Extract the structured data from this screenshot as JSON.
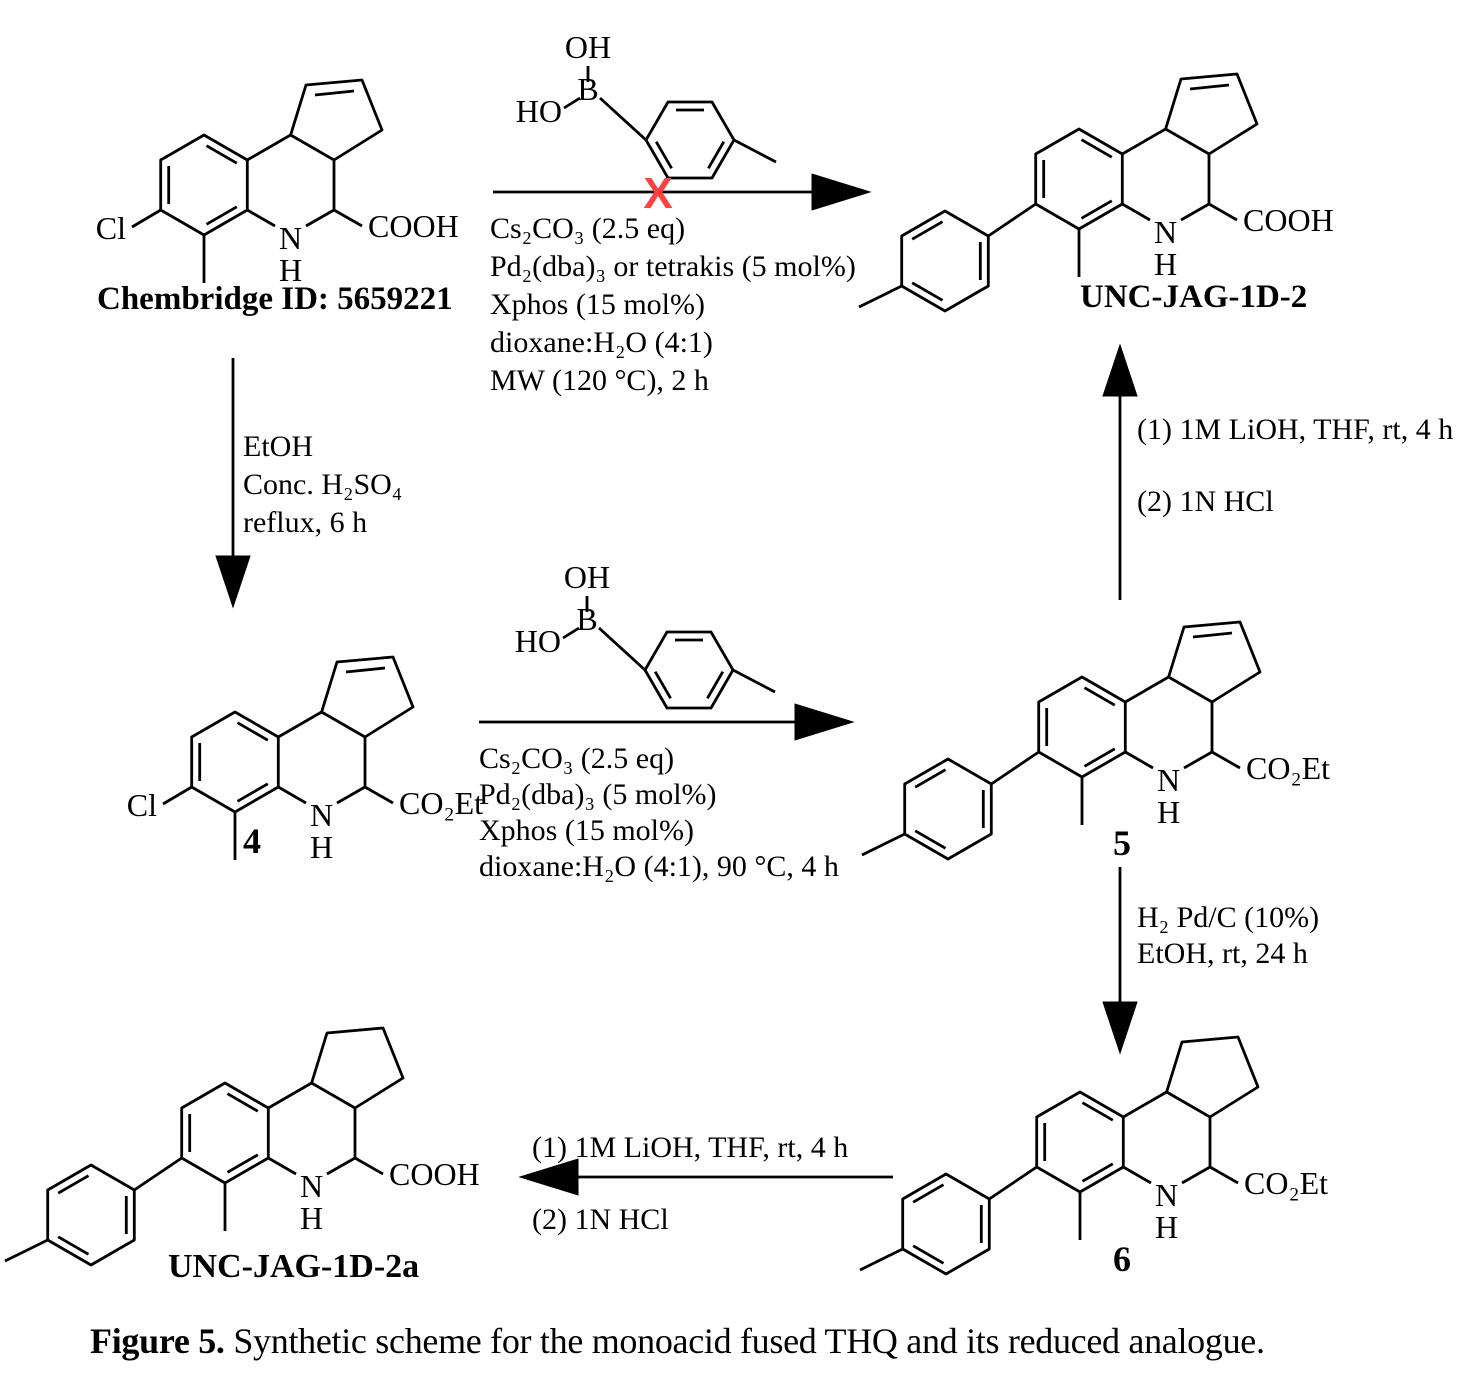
{
  "figure": {
    "caption_bold": "Figure 5.",
    "caption_rest": " Synthetic scheme for the monoacid fused THQ and its reduced analogue."
  },
  "colors": {
    "bond": "#000000",
    "fail_x": "#ff4040"
  },
  "atoms": {
    "cl": "Cl",
    "n": "N",
    "h": "H",
    "b": "B",
    "oh": "OH",
    "ho": "HO",
    "cooh": "COOH",
    "co2et": "CO₂Et"
  },
  "compounds": {
    "start": {
      "label": "Chembridge ID: 5659221"
    },
    "c4": {
      "label": "4"
    },
    "c5": {
      "label": "5"
    },
    "c6": {
      "label": "6"
    },
    "unc_jag_1d_2": {
      "label": "UNC-JAG-1D-2"
    },
    "unc_jag_1d_2a": {
      "label": "UNC-JAG-1D-2a"
    }
  },
  "reactions": {
    "suzuki_failed": {
      "mark": "X",
      "conditions": [
        "Cs₂CO₃ (2.5 eq)",
        "Pd₂(dba)₃ or tetrakis (5 mol%)",
        "Xphos (15 mol%)",
        "dioxane:H₂O (4:1)",
        "MW (120 °C), 2 h"
      ]
    },
    "esterification": {
      "conditions": [
        "EtOH",
        "Conc. H₂SO₄",
        "reflux, 6 h"
      ]
    },
    "suzuki": {
      "conditions": [
        "Cs₂CO₃ (2.5 eq)",
        "Pd₂(dba)₃ (5 mol%)",
        "Xphos (15 mol%)",
        "dioxane:H₂O (4:1), 90 °C, 4 h"
      ]
    },
    "hydrolysis_right": {
      "step1": "(1) 1M LiOH, THF, rt, 4 h",
      "step2": "(2) 1N HCl"
    },
    "hydrogenation": {
      "conditions": [
        "H₂ Pd/C (10%)",
        "EtOH, rt, 24 h"
      ]
    },
    "hydrolysis_bottom": {
      "step1": "(1) 1M LiOH, THF, rt, 4 h",
      "step2": "(2) 1N HCl"
    }
  }
}
